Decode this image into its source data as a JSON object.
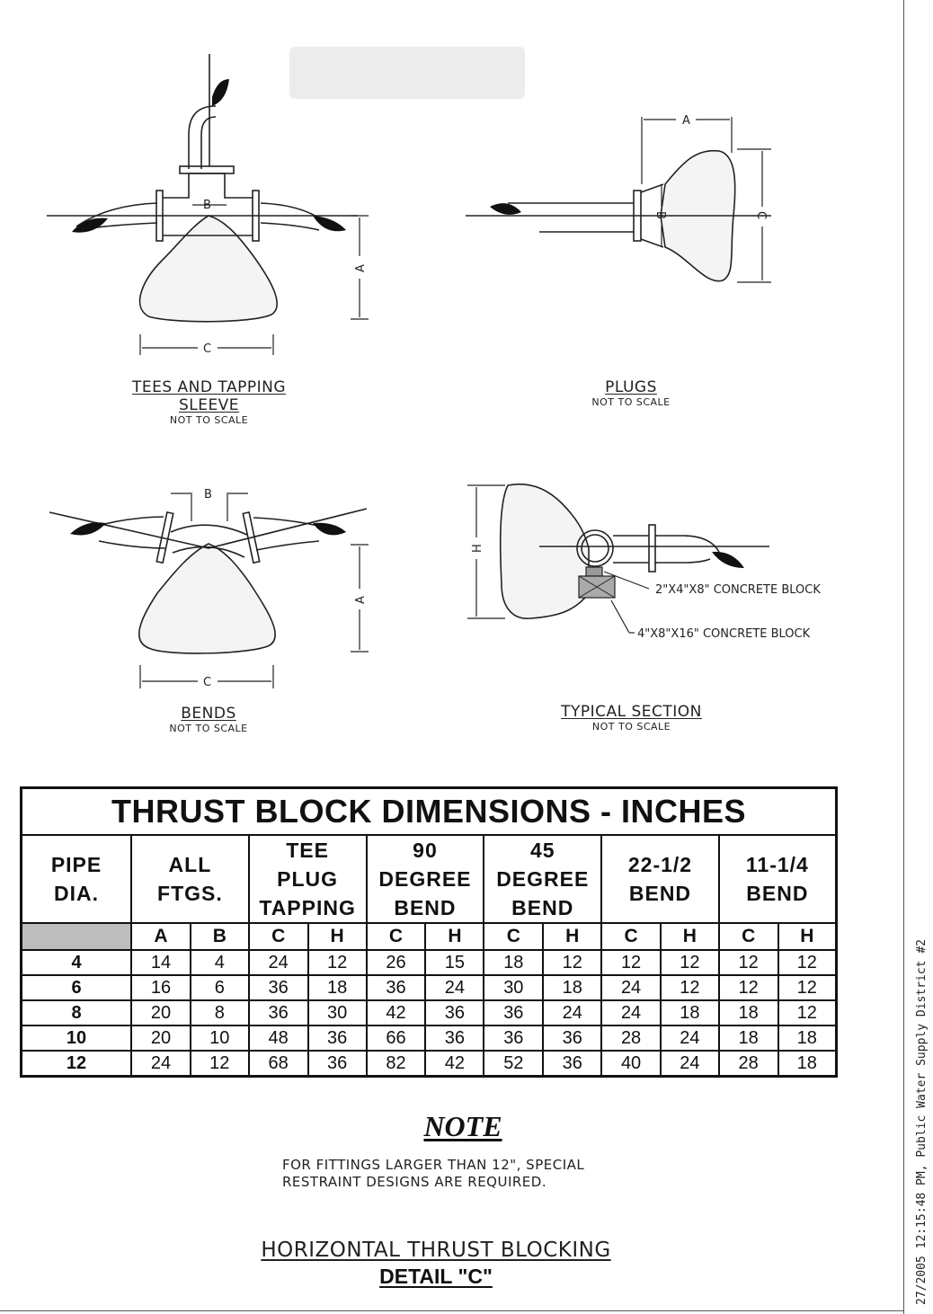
{
  "diagrams": {
    "tees": {
      "title": "TEES AND TAPPING",
      "title2": "SLEEVE",
      "subtitle": "NOT TO SCALE",
      "label_a": "A",
      "label_b": "B",
      "label_c": "C"
    },
    "plugs": {
      "title": "PLUGS",
      "subtitle": "NOT TO SCALE",
      "label_a": "A",
      "label_b": "B",
      "label_c": "C"
    },
    "bends": {
      "title": "BENDS",
      "subtitle": "NOT TO SCALE",
      "label_a": "A",
      "label_b": "B",
      "label_c": "C"
    },
    "section": {
      "title": "TYPICAL SECTION",
      "subtitle": "NOT TO SCALE",
      "label_h": "H",
      "block_small": "2\"X4\"X8\" CONCRETE BLOCK",
      "block_large": "4\"X8\"X16\" CONCRETE BLOCK"
    }
  },
  "table": {
    "title": "THRUST BLOCK DIMENSIONS - INCHES",
    "headers": {
      "pipe": [
        "PIPE",
        "DIA."
      ],
      "all": [
        "ALL",
        "FTGS."
      ],
      "tee": [
        "TEE",
        "PLUG",
        "TAPPING"
      ],
      "deg90": [
        "90",
        "DEGREE",
        "BEND"
      ],
      "deg45": [
        "45",
        "DEGREE",
        "BEND"
      ],
      "b22": [
        "22-1/2",
        "BEND"
      ],
      "b11": [
        "11-1/4",
        "BEND"
      ]
    },
    "subheaders": [
      "A",
      "B",
      "C",
      "H",
      "C",
      "H",
      "C",
      "H",
      "C",
      "H",
      "C",
      "H"
    ],
    "rows": [
      [
        "4",
        "14",
        "4",
        "24",
        "12",
        "26",
        "15",
        "18",
        "12",
        "12",
        "12",
        "12",
        "12"
      ],
      [
        "6",
        "16",
        "6",
        "36",
        "18",
        "36",
        "24",
        "30",
        "18",
        "24",
        "12",
        "12",
        "12"
      ],
      [
        "8",
        "20",
        "8",
        "36",
        "30",
        "42",
        "36",
        "36",
        "24",
        "24",
        "18",
        "18",
        "12"
      ],
      [
        "10",
        "20",
        "10",
        "48",
        "36",
        "66",
        "36",
        "36",
        "36",
        "28",
        "24",
        "18",
        "18"
      ],
      [
        "12",
        "24",
        "12",
        "68",
        "36",
        "82",
        "42",
        "52",
        "36",
        "40",
        "24",
        "28",
        "18"
      ]
    ]
  },
  "note": {
    "title": "NOTE",
    "line1": "FOR FITTINGS LARGER THAN 12\", SPECIAL",
    "line2": "RESTRAINT DESIGNS ARE REQUIRED."
  },
  "footer": {
    "title": "HORIZONTAL THRUST BLOCKING",
    "subtitle": "DETAIL \"C\""
  },
  "side_stamp": "27/2005 12:15:48 PM, Public Water Supply District #2"
}
